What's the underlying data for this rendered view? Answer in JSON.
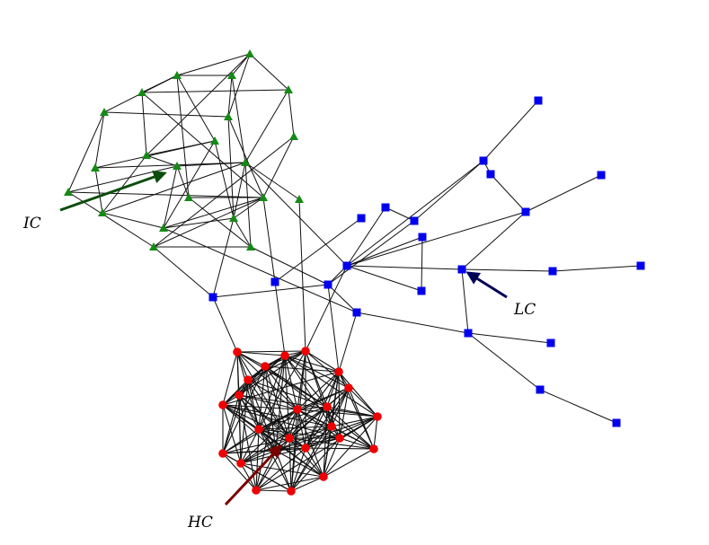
{
  "labels": {
    "ic": "IC",
    "lc": "LC",
    "hc": "HC"
  },
  "colors": {
    "ic": "#158a15",
    "lc": "#0000ee",
    "hc": "#ee0000",
    "edge": "#111111"
  }
}
